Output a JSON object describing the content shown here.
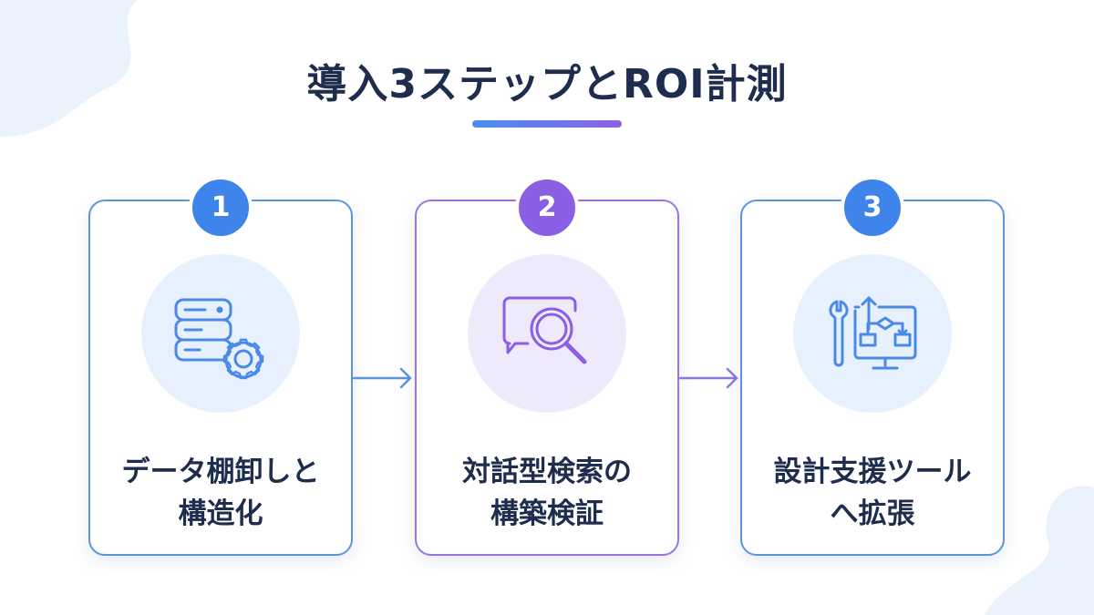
{
  "title": "導入3ステップとROI計測",
  "colors": {
    "title": "#1e2d4d",
    "blue": "#3f84ea",
    "purple": "#8a5fe4",
    "blue_light": "#e7f1fd",
    "purple_light": "#efe9fc"
  },
  "steps": [
    {
      "number": "1",
      "label_lines": [
        "データ棚卸しと",
        "構造化"
      ],
      "icon": "database-gear-icon",
      "accent": "blue"
    },
    {
      "number": "2",
      "label_lines": [
        "対話型検索の",
        "構築検証"
      ],
      "icon": "chat-search-icon",
      "accent": "purple"
    },
    {
      "number": "3",
      "label_lines": [
        "設計支援ツール",
        "へ拡張"
      ],
      "icon": "wrench-monitor-flow-icon",
      "accent": "blue"
    }
  ],
  "connectors": [
    "arrow-right-icon",
    "arrow-right-icon"
  ]
}
